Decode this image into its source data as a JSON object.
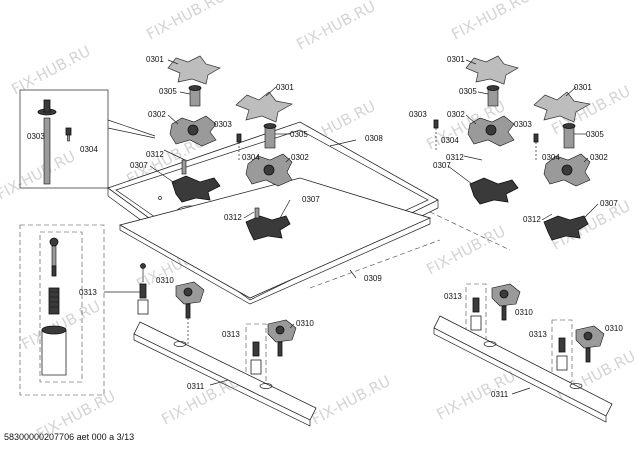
{
  "watermark": "FIX-HUB.RU",
  "footer": "58300000207706 aet 000 a 3/13",
  "labels": {
    "l_0301_a": "0301",
    "l_0301_b": "0301",
    "l_0305_a": "0305",
    "l_0305_b": "0305",
    "l_0302_a": "0302",
    "l_0302_b": "0302",
    "l_0303_a": "0303",
    "l_0303_b": "0303",
    "l_0304_a": "0304",
    "l_0304_b": "0304",
    "l_0312_a": "0312",
    "l_0312_b": "0312",
    "l_0307_a": "0307",
    "l_0307_b": "0307",
    "l_0308": "0308",
    "l_0309": "0309",
    "l_0310_a": "0310",
    "l_0310_b": "0310",
    "l_0311": "0311",
    "l_0313_a": "0313",
    "l_0313_b": "0313",
    "r_0301_a": "0301",
    "r_0301_b": "0301",
    "r_0305_a": "0305",
    "r_0305_b": "0305",
    "r_0302_a": "0302",
    "r_0302_b": "0302",
    "r_0303_a": "0303",
    "r_0303_b": "0303",
    "r_0304_a": "0304",
    "r_0304_b": "0304",
    "r_0312_a": "0312",
    "r_0312_b": "0312",
    "r_0307_a": "0307",
    "r_0307_b": "0307",
    "r_0313_a": "0313",
    "r_0313_b": "0313",
    "r_0310_a": "0310",
    "r_0310_b": "0310",
    "r_0311": "0311"
  }
}
